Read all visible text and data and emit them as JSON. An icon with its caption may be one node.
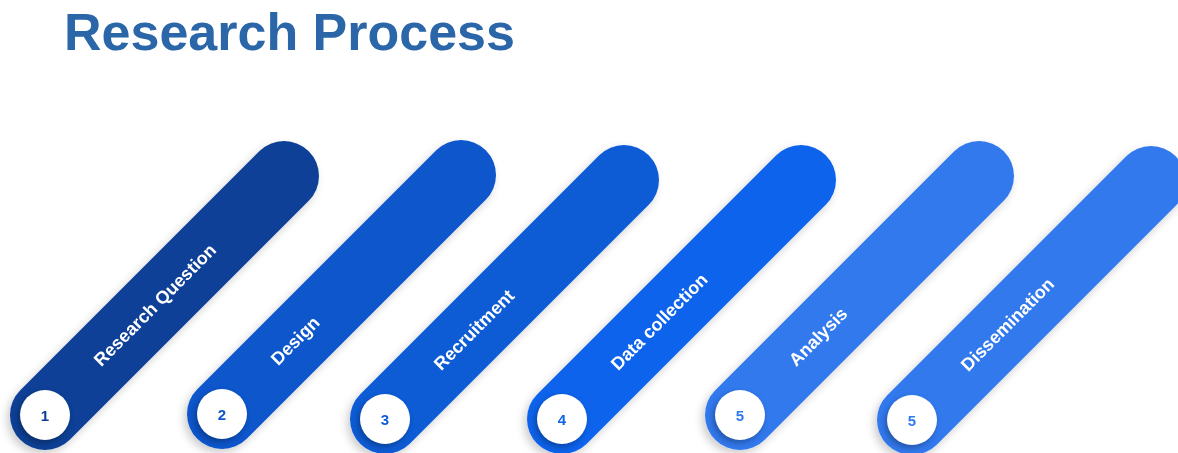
{
  "diagram": {
    "title": "Research Process",
    "nodes": [
      {
        "text": [
          "1",
          "Research Question"
        ]
      },
      {
        "text": [
          "2",
          "Design"
        ]
      },
      {
        "text": [
          "3",
          "Recruitment"
        ]
      },
      {
        "text": [
          "4",
          "Data collection"
        ]
      },
      {
        "text": [
          "5",
          "Analysis"
        ]
      },
      {
        "text": [
          "5",
          "Dissemination"
        ]
      }
    ],
    "edges": []
  }
}
